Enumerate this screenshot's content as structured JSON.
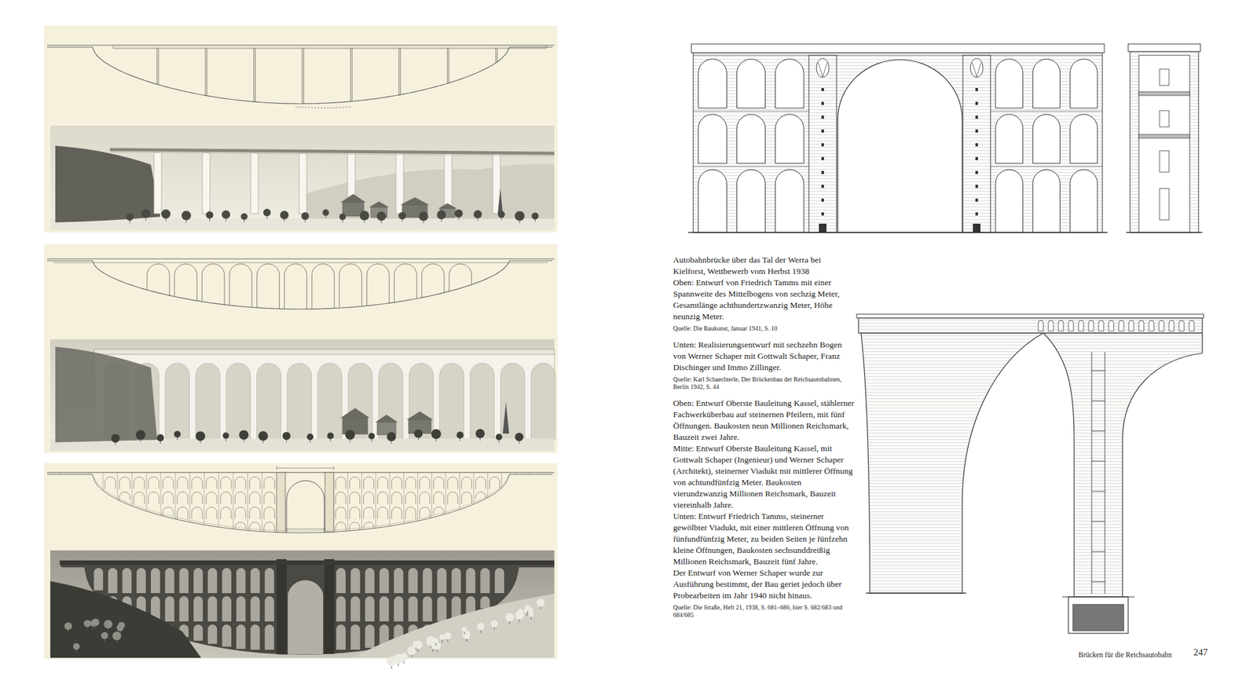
{
  "diagram": {
    "labels": [
      "Autobahnbrücke über das Tal der Werra bei Kielforst, Wettbewerb vom Herbst 1938",
      "Oben: Entwurf von Friedrich Tamms mit einer Spannweite des Mittelbogens von sechzig Meter, Gesamtlänge achthundertzwanzig Meter, Höhe neunzig Meter.",
      "Quelle: Die Baukunst, Januar 1941, S. 10",
      "Unten: Realisierungsentwurf mit sechzehn Bogen von Werner Schaper mit Gottwalt Schaper, Franz Dischinger und Immo Zillinger.",
      "Quelle: Karl Schaechterle, Der Brückenbau der Reichsautobahnen, Berlin 1942, S. 44",
      "Oben: Entwurf Oberste Bauleitung Kassel, stählerner Fachwerküberbau auf steinernen Pfeilern, mit fünf Öffnungen. Baukosten neun Millionen Reichsmark, Bauzeit zwei Jahre.",
      "Mitte: Entwurf Oberste Bauleitung Kassel, mit Gottwalt Schaper (Ingenieur) und Werner Schaper (Architekt), steinerner Viadukt mit mittlerer Öffnung von achtundfünfzig Meter. Baukosten vierundzwanzig Millionen Reichsmark, Bauzeit viereinhalb Jahre.",
      "Unten: Entwurf Friedrich Tamms, steinerner gewölbter Viadukt, mit einer mittleren Öffnung von fünfundfünfzig Meter, zu beiden Seiten je fünfzehn kleine Öffnungen, Baukosten sechsunddreißig Millionen Reichsmark, Bauzeit fünf Jahre.",
      "Der Entwurf von Werner Schaper wurde zur Ausführung bestimmt, der Bau geriet jedoch über Probearbeiten im Jahr 1940 nicht hinaus.",
      "Quelle: Die Straße, Heft 21, 1938, S. 681–686, hier S. 682/683 und 684/685",
      "Brücken für die Reichsautobahn",
      "247"
    ]
  }
}
